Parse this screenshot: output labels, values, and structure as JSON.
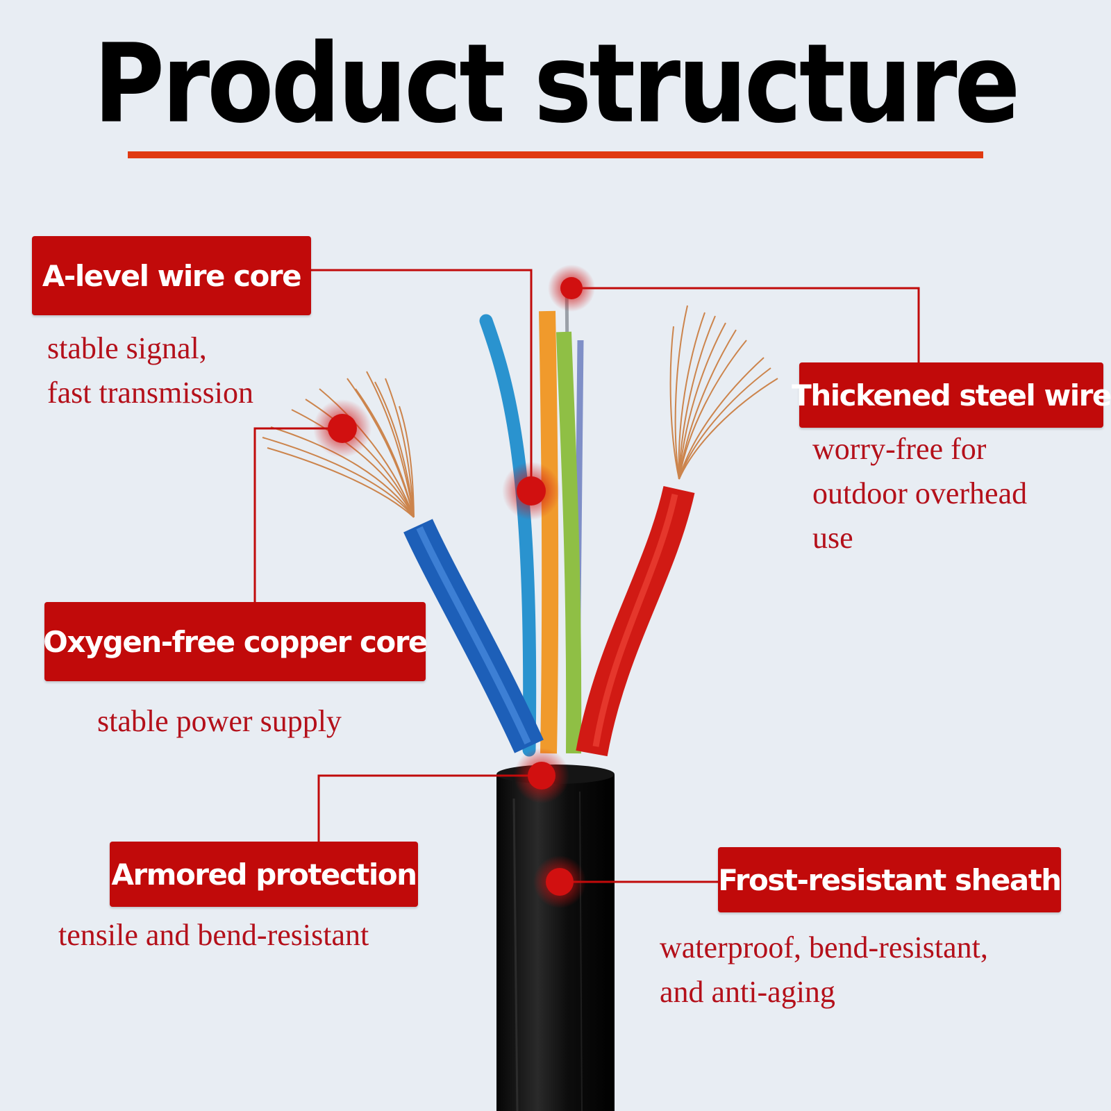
{
  "title": "Product structure",
  "colors": {
    "accent": "#c10a0a",
    "rule": "#e03a12",
    "text": "#b4101a",
    "background": "#e8edf3"
  },
  "features": [
    {
      "label": "A-level wire core",
      "desc": [
        "stable signal,",
        "fast transmission"
      ]
    },
    {
      "label": "Thickened steel wire",
      "desc": [
        "worry-free for",
        "outdoor overhead",
        "use"
      ]
    },
    {
      "label": "Oxygen-free copper core",
      "desc": [
        "stable power supply"
      ]
    },
    {
      "label": "Armored protection",
      "desc": [
        "tensile and bend-resistant"
      ]
    },
    {
      "label": "Frost-resistant sheath",
      "desc": [
        "waterproof, bend-resistant,",
        "and anti-aging"
      ]
    }
  ]
}
